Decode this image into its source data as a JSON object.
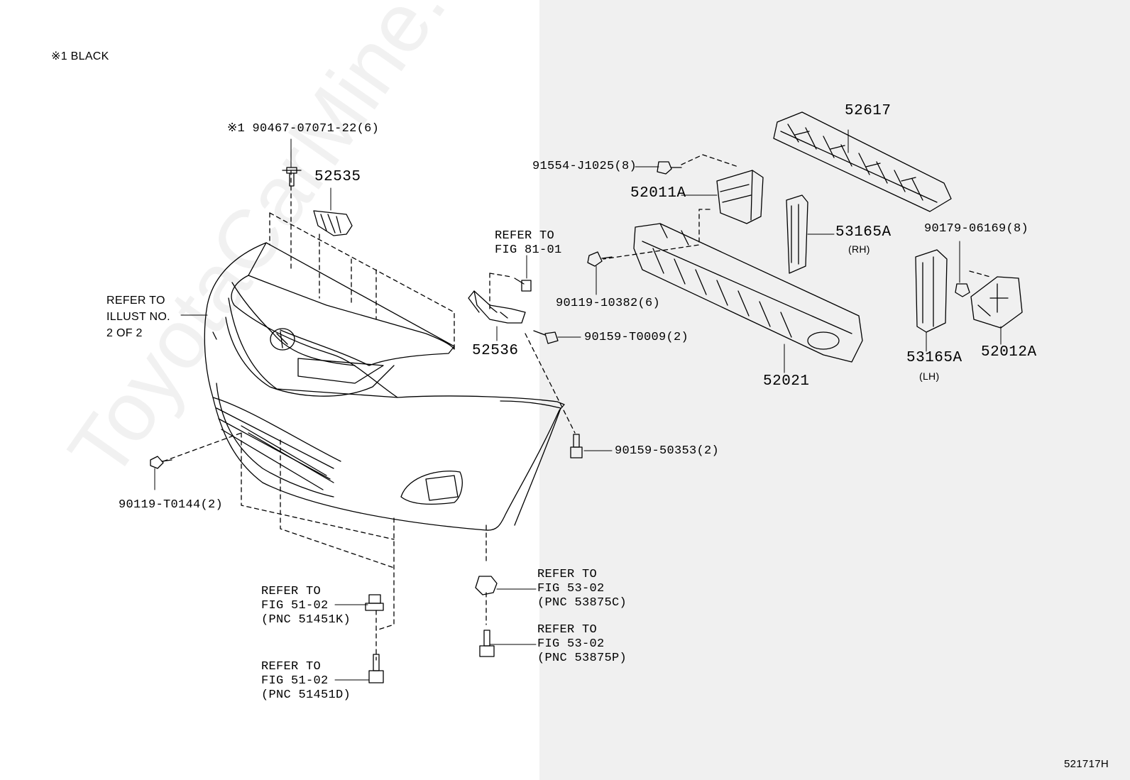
{
  "note": "※1 BLACK",
  "watermark": "ToyotaCarMine.ru",
  "figure_code": "521717H",
  "labels": {
    "p90467": "※1 90467-07071-22(6)",
    "p52535": "52535",
    "refer_illust": "REFER TO\nILLUST NO.\n2 OF 2",
    "refer_fig8101": "REFER TO\nFIG 81-01",
    "p52536": "52536",
    "p91554": "91554-J1025(8)",
    "p52011A": "52011A",
    "p52617": "52617",
    "p53165A_rh": "53165A",
    "rh": "(RH)",
    "p90179": "90179-06169(8)",
    "p90119_10382": "90119-10382(6)",
    "p90159_T0009": "90159-T0009(2)",
    "p52021": "52021",
    "p53165A_lh": "53165A",
    "lh": "(LH)",
    "p52012A": "52012A",
    "p90159_50353": "90159-50353(2)",
    "p90119_T0144": "90119-T0144(2)",
    "refer_5102_k": "REFER TO\nFIG 51-02\n(PNC 51451K)",
    "refer_5102_d": "REFER TO\nFIG 51-02\n(PNC 51451D)",
    "refer_5302_c": "REFER TO\nFIG 53-02\n(PNC 53875C)",
    "refer_5302_p": "REFER TO\nFIG 53-02\n(PNC 53875P)"
  }
}
